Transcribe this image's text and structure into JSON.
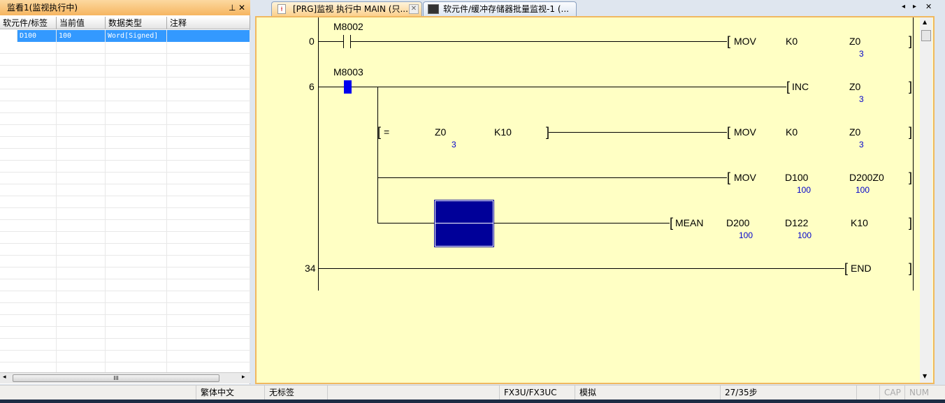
{
  "watch_panel": {
    "title": "监看1(监视执行中)",
    "pin_icon": "pin",
    "close_icon": "close",
    "columns": [
      "软元件/标签",
      "当前值",
      "数据类型",
      "注释"
    ],
    "rows": [
      {
        "device": "D100",
        "value": "100",
        "type": "Word[Signed]",
        "comment": ""
      }
    ],
    "scroll_thumb": "III"
  },
  "tabs": [
    {
      "label": "[PRG]监视 执行中 MAIN (只...",
      "active": true
    },
    {
      "label": "软元件/缓冲存储器批量监视-1 (...",
      "active": false
    }
  ],
  "ladder": {
    "steps": [
      "0",
      "6",
      "34"
    ],
    "contacts": [
      "M8002",
      "M8003"
    ],
    "r0": {
      "ins": "MOV",
      "a": "K0",
      "b": "Z0",
      "bv": "3"
    },
    "r1": {
      "ins": "INC",
      "a": "Z0",
      "av": "3"
    },
    "r2": {
      "cmp": "=",
      "a": "Z0",
      "av": "3",
      "b": "K10",
      "ins": "MOV",
      "c": "K0",
      "d": "Z0",
      "dv": "3"
    },
    "r3": {
      "ins": "MOV",
      "a": "D100",
      "av": "100",
      "b": "D200Z0",
      "bv": "100"
    },
    "r4": {
      "ins": "MEAN",
      "a": "D200",
      "av": "100",
      "b": "D122",
      "bv": "100",
      "c": "K10"
    },
    "r5": {
      "ins": "END"
    }
  },
  "status": {
    "lang": "繁体中文",
    "label": "无标签",
    "plc": "FX3U/FX3UC",
    "mode": "模拟",
    "steps": "27/35步",
    "cap": "CAP",
    "num": "NUM"
  },
  "colors": {
    "editor_bg": "#ffffc4",
    "selection": "#3399ff",
    "monitor_on": "#0000cc",
    "header": "#f6b560"
  }
}
